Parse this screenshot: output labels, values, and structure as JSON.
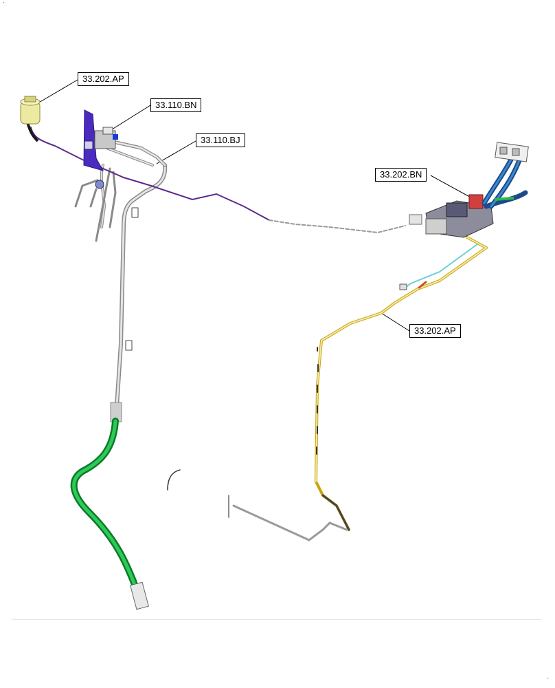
{
  "callouts": [
    {
      "id": "c1",
      "label": "33.202.AP"
    },
    {
      "id": "c2",
      "label": "33.110.BN"
    },
    {
      "id": "c3",
      "label": "33.110.BJ"
    },
    {
      "id": "c4",
      "label": "33.202.BN"
    },
    {
      "id": "c5",
      "label": "33.202.AP"
    }
  ],
  "corner_marks": {
    "top_left": "`",
    "bottom_right": "`"
  }
}
